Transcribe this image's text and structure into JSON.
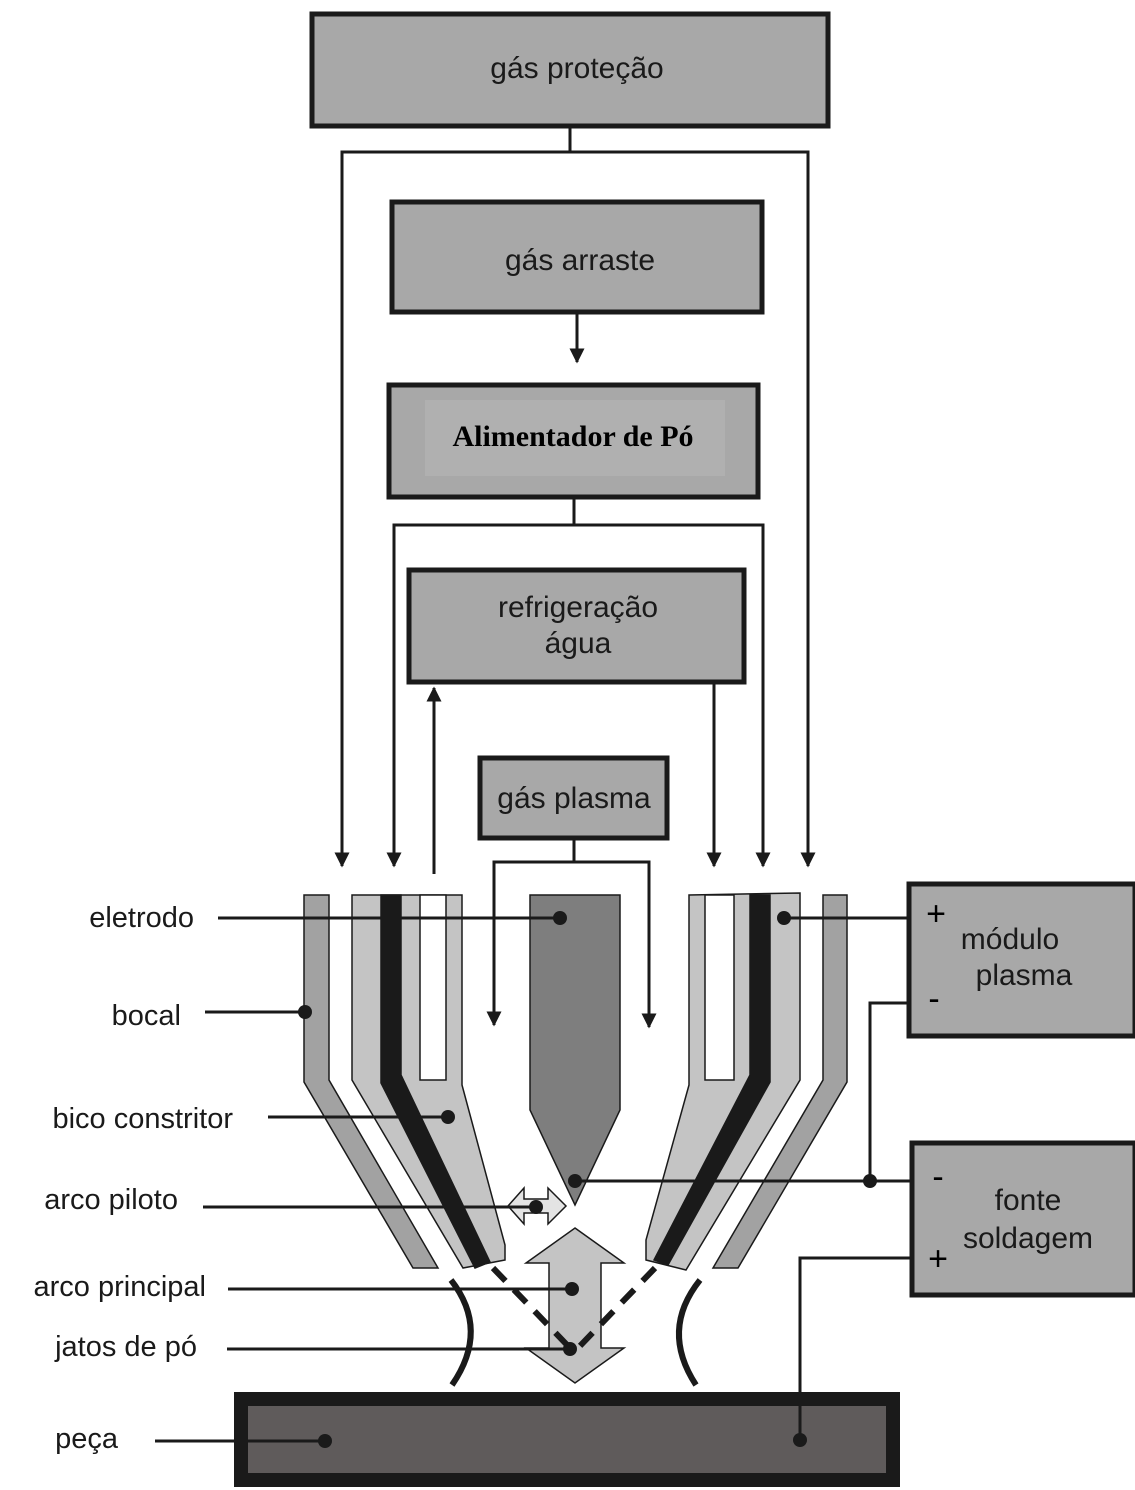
{
  "boxes": {
    "gas_protecao": "gás proteção",
    "gas_arraste": "gás arraste",
    "alimentador": "Alimentador de Pó",
    "refrigeracao_line1": "refrigeração",
    "refrigeracao_line2": "água",
    "gas_plasma": "gás plasma",
    "modulo_line1": "módulo",
    "modulo_line2": "plasma",
    "fonte_line1": "fonte",
    "fonte_line2": "soldagem"
  },
  "labels": {
    "eletrodo": "eletrodo",
    "bocal": "bocal",
    "bico_constritor": "bico constritor",
    "arco_piloto": "arco piloto",
    "arco_principal": "arco principal",
    "jatos_de_po": "jatos de pó",
    "peca": "peça"
  },
  "polarity": {
    "modulo_positive": "+",
    "modulo_negative": "-",
    "fonte_negative": "-",
    "fonte_positive": "+"
  },
  "colors": {
    "box_fill": "#a8a8a8",
    "nozzle_light": "#c4c4c4",
    "nozzle_mid": "#a2a2a2",
    "electrode": "#7e7e7e",
    "workpiece": "#5f5b5b",
    "line": "#1a1a1a"
  }
}
